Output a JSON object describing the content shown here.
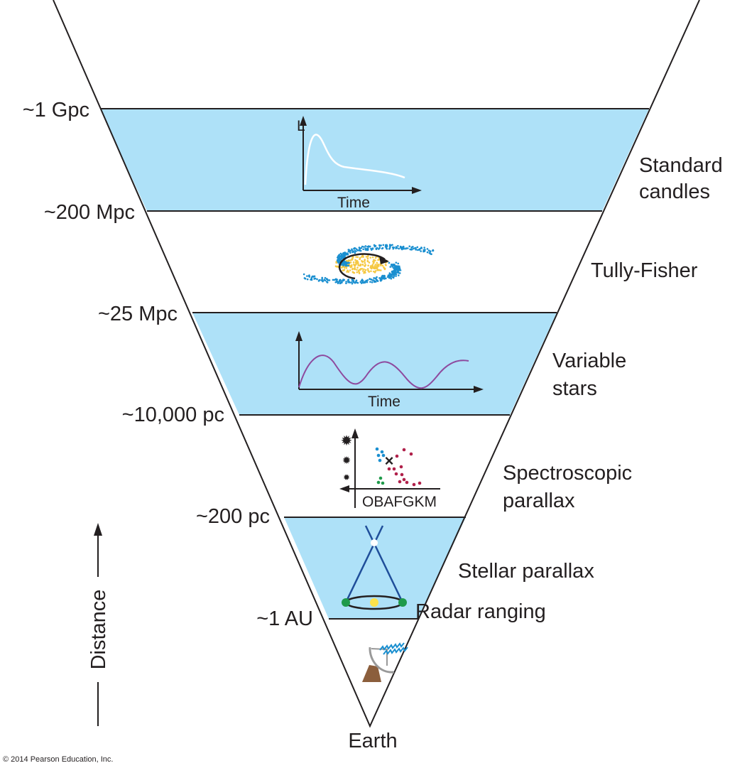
{
  "colors": {
    "band_fill": "#aee1f8",
    "outline": "#231f20",
    "light_curve": "#ffffff",
    "variable_curve": "#8e4a9e",
    "galaxy_arms": "#1a8fd0",
    "galaxy_core": "#f5c842",
    "parallax_lines": "#1f4e9a",
    "earth_dot": "#1f9a4a",
    "sun_dot": "#ffe34a",
    "radar_waves": "#1a8fd0",
    "radar_base": "#8b5e3c"
  },
  "distance_labels": [
    "~1 Gpc",
    "~200 Mpc",
    "~25 Mpc",
    "~10,000 pc",
    "~200 pc",
    "~1 AU"
  ],
  "bottom_label": "Earth",
  "axis_label": "Distance",
  "methods": [
    {
      "lines": [
        "Standard",
        "candles"
      ],
      "icon": "supernova-light-curve-icon"
    },
    {
      "lines": [
        "Tully-Fisher"
      ],
      "icon": "spiral-galaxy-rotation-icon"
    },
    {
      "lines": [
        "Variable",
        "stars"
      ],
      "icon": "periodic-light-curve-icon"
    },
    {
      "lines": [
        "Spectroscopic",
        "parallax"
      ],
      "icon": "hr-diagram-icon"
    },
    {
      "lines": [
        "Stellar parallax"
      ],
      "icon": "parallax-triangle-icon"
    },
    {
      "lines": [
        "Radar ranging"
      ],
      "icon": "radar-dish-icon"
    }
  ],
  "icon_labels": {
    "luminosity_axis": "L",
    "time_axis_1": "Time",
    "time_axis_2": "Time",
    "spectral_classes": "OBAFGKM"
  },
  "copyright": "© 2014 Pearson Education, Inc."
}
